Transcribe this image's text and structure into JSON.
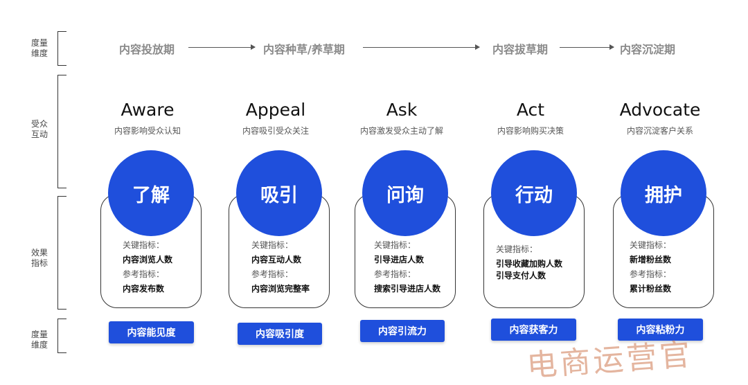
{
  "rows": {
    "measure_dimension_top": "度量\n维度",
    "audience_interaction": "受众\n互动",
    "effect_metrics": "效果\n指标",
    "measure_dimension_bottom": "度量\n维度"
  },
  "stages": [
    "内容投放期",
    "内容种草/养草期",
    "内容拔草期",
    "内容沉淀期"
  ],
  "columns": [
    {
      "title": "Aware",
      "subtitle": "内容影响受众认知",
      "circle": "了解",
      "key_label": "关键指标：",
      "key_values": [
        "内容浏览人数"
      ],
      "ref_label": "参考指标：",
      "ref_values": [
        "内容发布数"
      ],
      "button": "内容能见度"
    },
    {
      "title": "Appeal",
      "subtitle": "内容吸引受众关注",
      "circle": "吸引",
      "key_label": "关键指标：",
      "key_values": [
        "内容互动人数"
      ],
      "ref_label": "参考指标：",
      "ref_values": [
        "内容浏览完整率"
      ],
      "button": "内容吸引度"
    },
    {
      "title": "Ask",
      "subtitle": "内容激发受众主动了解",
      "circle": "问询",
      "key_label": "关键指标：",
      "key_values": [
        "引导进店人数"
      ],
      "ref_label": "参考指标：",
      "ref_values": [
        "搜索引导进店人数"
      ],
      "button": "内容引流力"
    },
    {
      "title": "Act",
      "subtitle": "内容影响购买决策",
      "circle": "行动",
      "key_label": "关键指标：",
      "key_values": [
        "引导收藏加购人数",
        "引导支付人数"
      ],
      "button": "内容获客力"
    },
    {
      "title": "Advocate",
      "subtitle": "内容沉淀客户关系",
      "circle": "拥护",
      "key_label": "关键指标：",
      "key_values": [
        "新增粉丝数"
      ],
      "ref_label": "参考指标：",
      "ref_values": [
        "累计粉丝数"
      ],
      "button": "内容粘粉力"
    }
  ],
  "watermark": "电商运营官",
  "colors": {
    "accent": "#1f4fdc",
    "stage_text": "#8a8a8a"
  }
}
